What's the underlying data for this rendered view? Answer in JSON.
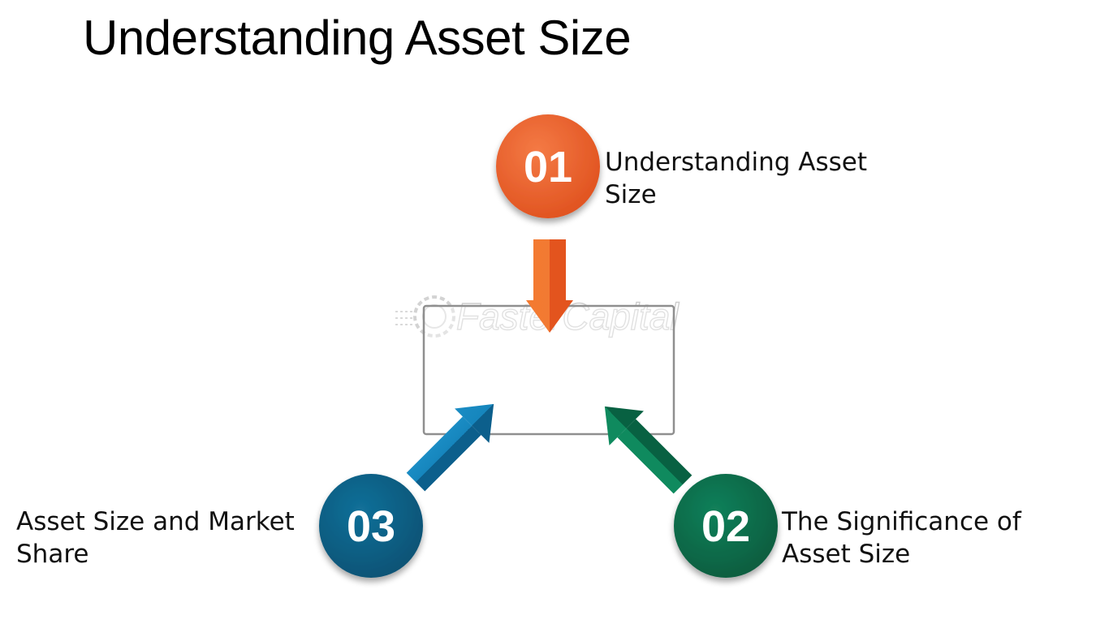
{
  "title": "Understanding Asset Size",
  "watermark": "FasterCapital",
  "steps": [
    {
      "number": "01",
      "label": "Understanding Asset\nSize",
      "color": "#e8592c"
    },
    {
      "number": "02",
      "label": "The Significance of\nAsset Size",
      "color": "#0b6b4a"
    },
    {
      "number": "03",
      "label": "Asset Size and Market\nShare",
      "color": "#0d5f85"
    }
  ],
  "colors": {
    "arrow_orange": "#f06a2d",
    "arrow_blue": "#1176a8",
    "arrow_green": "#0c7a55",
    "box_border": "#8f8f8f"
  },
  "icons": [
    "gear-icon"
  ]
}
